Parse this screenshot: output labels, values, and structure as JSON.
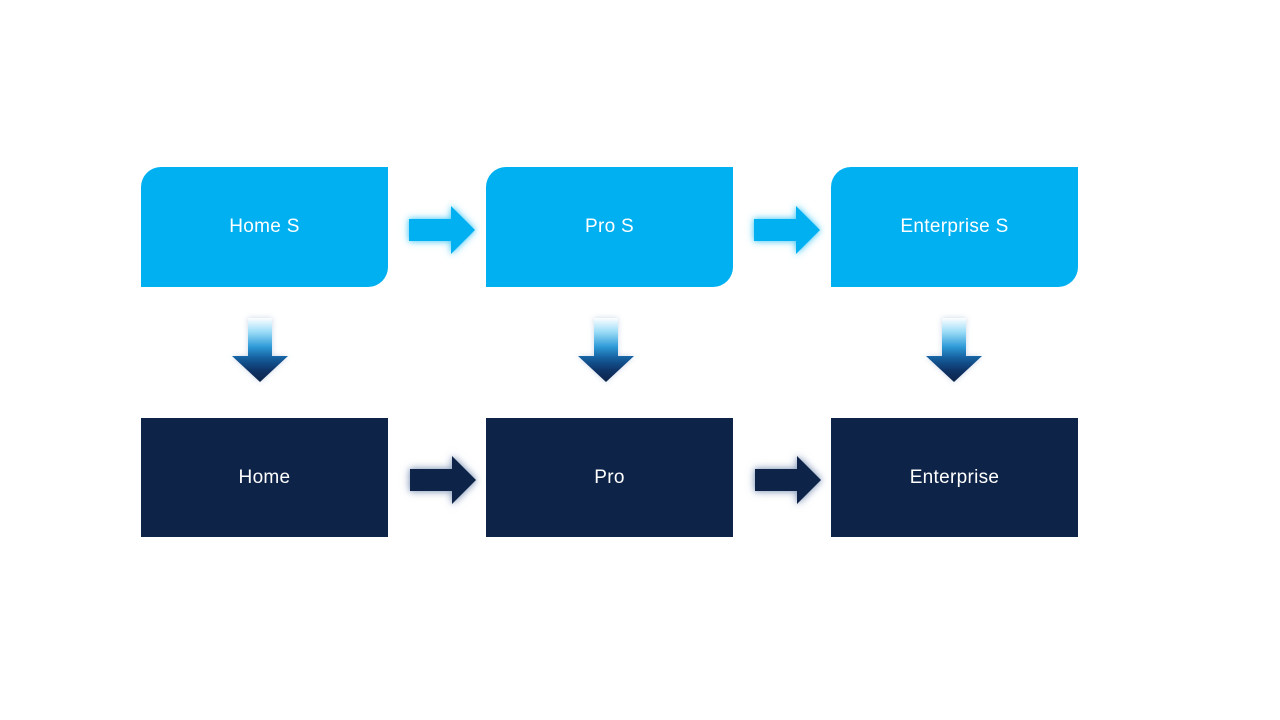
{
  "diagram": {
    "background_color": "#ffffff",
    "colors": {
      "primary_light_blue": "#00b0f0",
      "primary_dark_navy": "#0d2448",
      "label_text": "#ffffff"
    },
    "columns": [
      {
        "top_label": "Home S",
        "bottom_label": "Home"
      },
      {
        "top_label": "Pro S",
        "bottom_label": "Pro"
      },
      {
        "top_label": "Enterprise S",
        "bottom_label": "Enterprise"
      }
    ],
    "connectors": {
      "top_row_right_arrows": 2,
      "bottom_row_right_arrows": 2,
      "down_arrows": 3,
      "right_arrow_icon": "right-arrow-icon",
      "down_arrow_icon": "down-arrow-icon"
    }
  }
}
